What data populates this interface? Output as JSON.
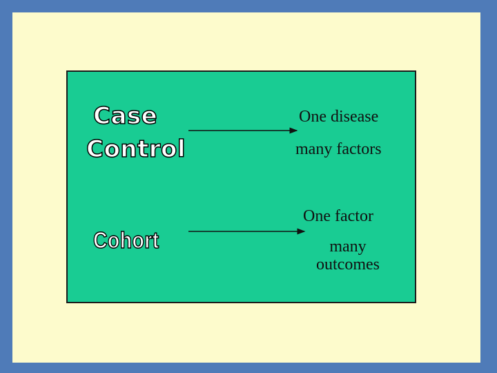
{
  "diagram": {
    "study_types": {
      "case": "Case",
      "control": "Control",
      "cohort": "Cohort"
    },
    "case_control_description": {
      "line1": "One disease",
      "line2": "many factors"
    },
    "cohort_description": {
      "line1": "One factor",
      "line2": "many outcomes"
    },
    "colors": {
      "frame": "#4f7bb8",
      "slide_background": "#fdfbcc",
      "panel_fill": "#19cc93",
      "panel_border": "#1b1b1b",
      "label_fill": "#ffffff",
      "label_outline": "#000000"
    }
  }
}
